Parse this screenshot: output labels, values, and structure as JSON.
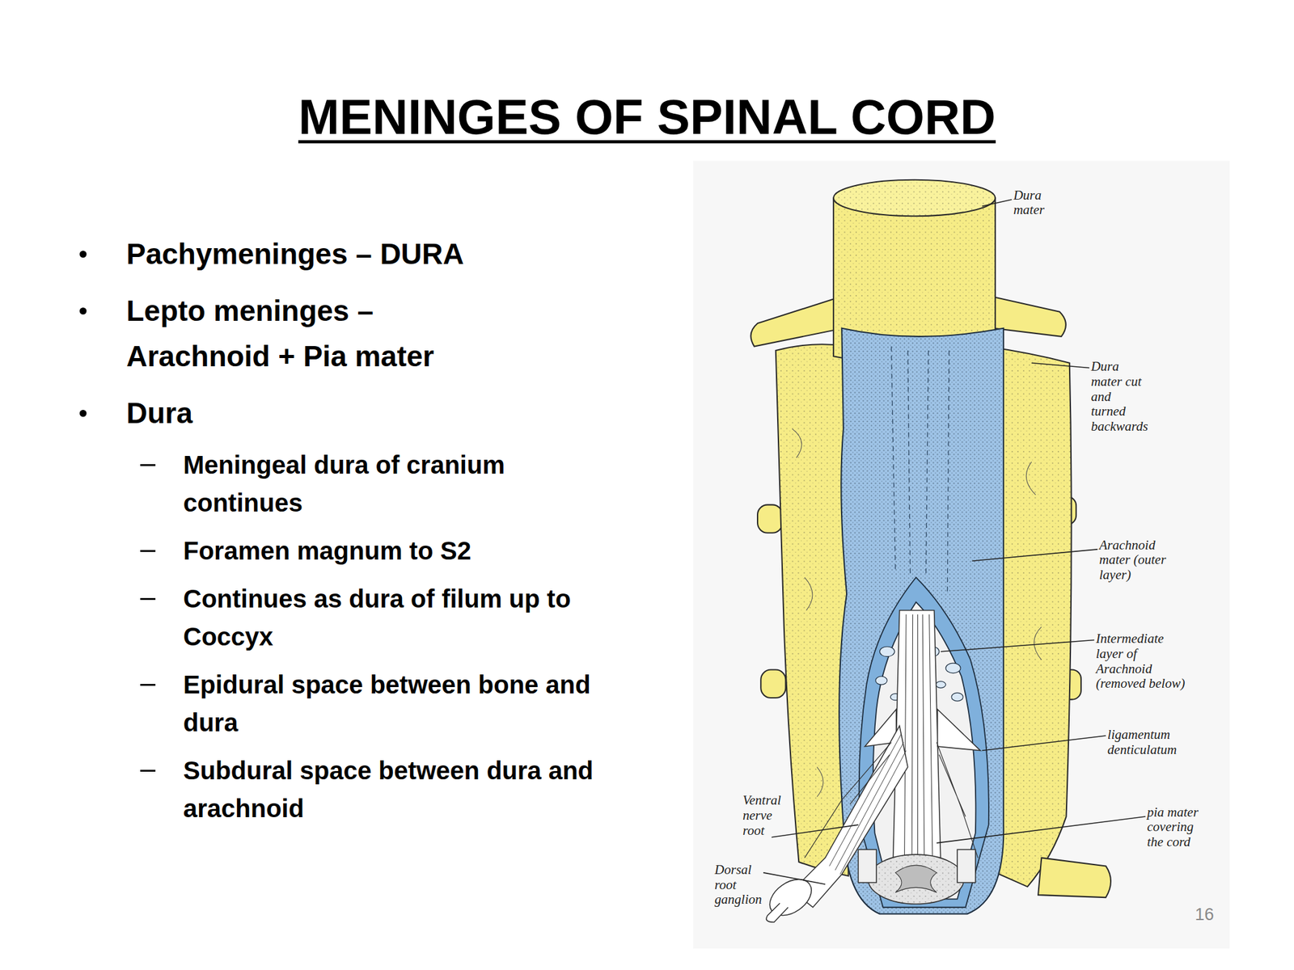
{
  "diagram": {
    "title": "MENINGES OF SPINAL CORD",
    "labels": [
      "Pachymeninges – DURA",
      "Lepto meninges – Arachnoid + Pia mater",
      "Dura",
      "Meningeal dura of cranium continues",
      "Foramen magnum to S2",
      "Continues as dura of filum up to Coccyx",
      "Epidural space between bone and dura",
      "Subdural space between dura and arachnoid",
      "Dura mater",
      "Dura mater cut and turned backwards",
      "Arachnoid mater (outer layer)",
      "Intermediate layer of Arachnoid (removed below)",
      "ligamentum denticulatum",
      "pia mater covering the cord",
      "Ventral nerve root",
      "Dorsal root ganglion",
      "16"
    ]
  }
}
